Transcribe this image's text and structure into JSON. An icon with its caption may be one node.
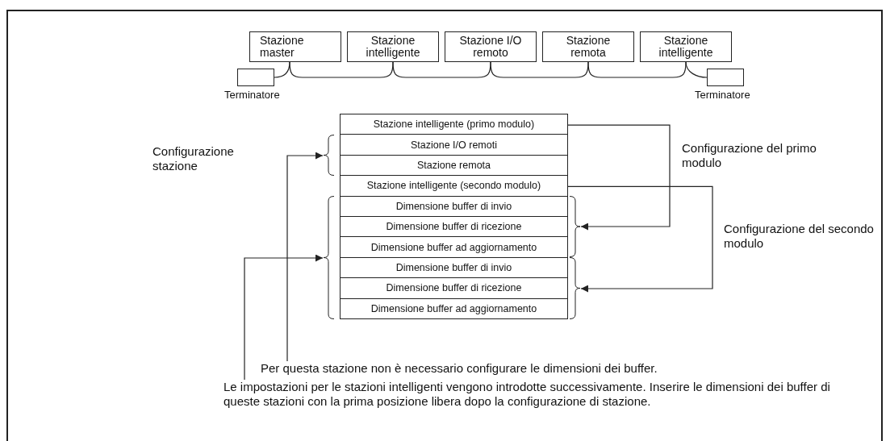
{
  "diagram": {
    "nodes": [
      {
        "text": [
          "Stazione master"
        ]
      },
      {
        "text": [
          "Stazione intelligente"
        ]
      },
      {
        "text": [
          "Stazione I/O remoto"
        ]
      },
      {
        "text": [
          "Stazione remota"
        ]
      },
      {
        "text": [
          "Stazione intelligente"
        ]
      },
      {
        "text": [],
        "shape": "box",
        "beside": [
          "Terminatore"
        ]
      },
      {
        "text": [],
        "shape": "box",
        "beside": [
          "Terminatore"
        ]
      },
      {
        "text": [
          "Stazione intelligente (primo modulo)"
        ]
      },
      {
        "text": [
          "Stazione I/O remoti"
        ]
      },
      {
        "text": [
          "Stazione remota"
        ]
      },
      {
        "text": [
          "Stazione intelligente (secondo modulo)"
        ]
      },
      {
        "text": [
          "Dimensione buffer di invio"
        ]
      },
      {
        "text": [
          "Dimensione buffer di ricezione"
        ]
      },
      {
        "text": [
          "Dimensione buffer ad aggiornamento"
        ]
      },
      {
        "text": [
          "Dimensione buffer di invio"
        ]
      },
      {
        "text": [
          "Dimensione buffer di ricezione"
        ]
      },
      {
        "text": [
          "Dimensione buffer ad aggiornamento"
        ]
      },
      {
        "text": [],
        "shape": "brace"
      },
      {
        "text": [],
        "shape": "brace"
      },
      {
        "text": [],
        "shape": "brace"
      },
      {
        "text": [],
        "shape": "brace"
      },
      {
        "text": [
          "Per questa stazione non è necessario configurare le dimensioni dei buffer."
        ]
      },
      {
        "text": [
          "Le impostazioni per le stazioni intelligenti vengono introdotte successivamente. Inserire le dimensioni dei buffer di queste stazioni con la prima posizione libera dopo la configurazione di stazione."
        ]
      }
    ],
    "edges": [
      {
        "from": 5,
        "to": 0,
        "arrow": "none"
      },
      {
        "from": 0,
        "to": 1,
        "arrow": "none"
      },
      {
        "from": 1,
        "to": 2,
        "arrow": "none"
      },
      {
        "from": 2,
        "to": 3,
        "arrow": "none"
      },
      {
        "from": 3,
        "to": 4,
        "arrow": "none"
      },
      {
        "from": 4,
        "to": 6,
        "arrow": "none"
      },
      {
        "from": 21,
        "to": 17,
        "arrow": "to"
      },
      {
        "from": 22,
        "to": 18,
        "arrow": "to"
      },
      {
        "from": 7,
        "to": 19,
        "arrow": "to"
      },
      {
        "from": 10,
        "to": 20,
        "arrow": "to"
      }
    ],
    "labels": [
      "Configurazione stazione",
      "Configurazione del primo modulo",
      "Configurazione del secondo modulo"
    ]
  }
}
